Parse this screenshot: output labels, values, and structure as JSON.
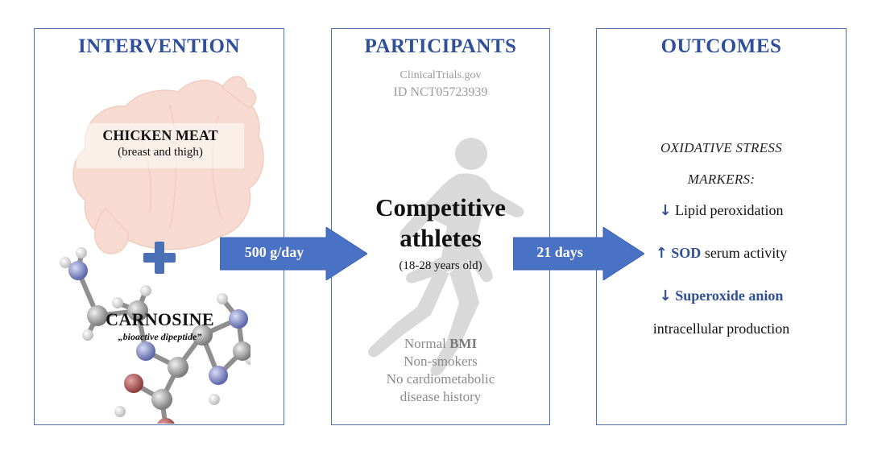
{
  "intervention": {
    "title": "INTERVENTION",
    "food_title": "CHICKEN MEAT",
    "food_subtitle": "(breast and thigh)",
    "compound_title": "CARNOSINE",
    "compound_subtitle": "„bioactive dipeptide”"
  },
  "participants": {
    "title": "PARTICIPANTS",
    "registry": "ClinicalTrials.gov",
    "registry_id": "ID NCT05723939",
    "group_line1": "Competitive",
    "group_line2": "athletes",
    "age_range": "(18-28 years old)",
    "criteria_normal": "Normal ",
    "criteria_bmi": "BMI",
    "criteria_2": "Non-smokers",
    "criteria_3": "No cardiometabolic",
    "criteria_4": "disease history"
  },
  "outcomes": {
    "title": "OUTCOMES",
    "markers_line1": "OXIDATIVE STRESS",
    "markers_line2": "MARKERS:",
    "item1_arrow": "↓",
    "item1_text": "Lipid peroxidation",
    "item2_arrow": "↑",
    "item2_bold": "SOD",
    "item2_text": " serum activity",
    "item3_arrow": "↓",
    "item3_bold": "Superoxide anion",
    "item4_text": "intracellular production"
  },
  "arrows": {
    "dose": "500 g/day",
    "duration": "21 days"
  },
  "colors": {
    "accent": "#2f4f9a",
    "arrow_fill": "#4a72c4",
    "meat": "#f6d9cf",
    "muted_text": "#9a9a9a"
  },
  "icons": [
    "chicken-meat-icon",
    "plus-icon",
    "carnosine-molecule-icon",
    "athlete-silhouette-icon",
    "right-arrow-icon"
  ]
}
